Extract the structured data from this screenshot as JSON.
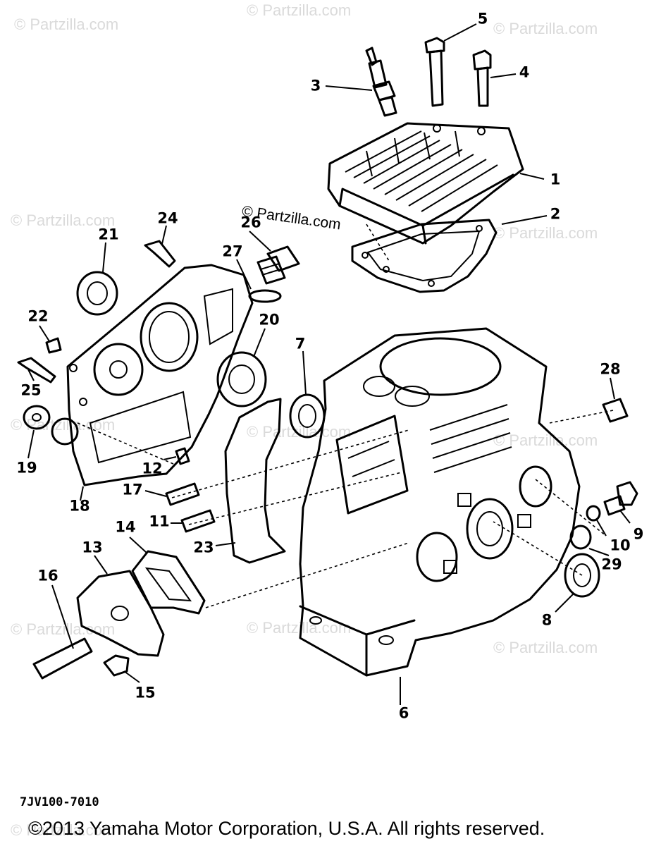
{
  "watermark": {
    "text": "© Partzilla.com",
    "center_text": "© Partzilla.com"
  },
  "callouts": [
    "1",
    "2",
    "3",
    "4",
    "5",
    "6",
    "7",
    "8",
    "9",
    "10",
    "11",
    "12",
    "13",
    "14",
    "15",
    "16",
    "17",
    "18",
    "19",
    "20",
    "21",
    "22",
    "23",
    "24",
    "25",
    "26",
    "27",
    "28",
    "29"
  ],
  "diagram_code": "7JV100-7010",
  "copyright": "©2013 Yamaha Motor Corporation, U.S.A. All rights reserved."
}
